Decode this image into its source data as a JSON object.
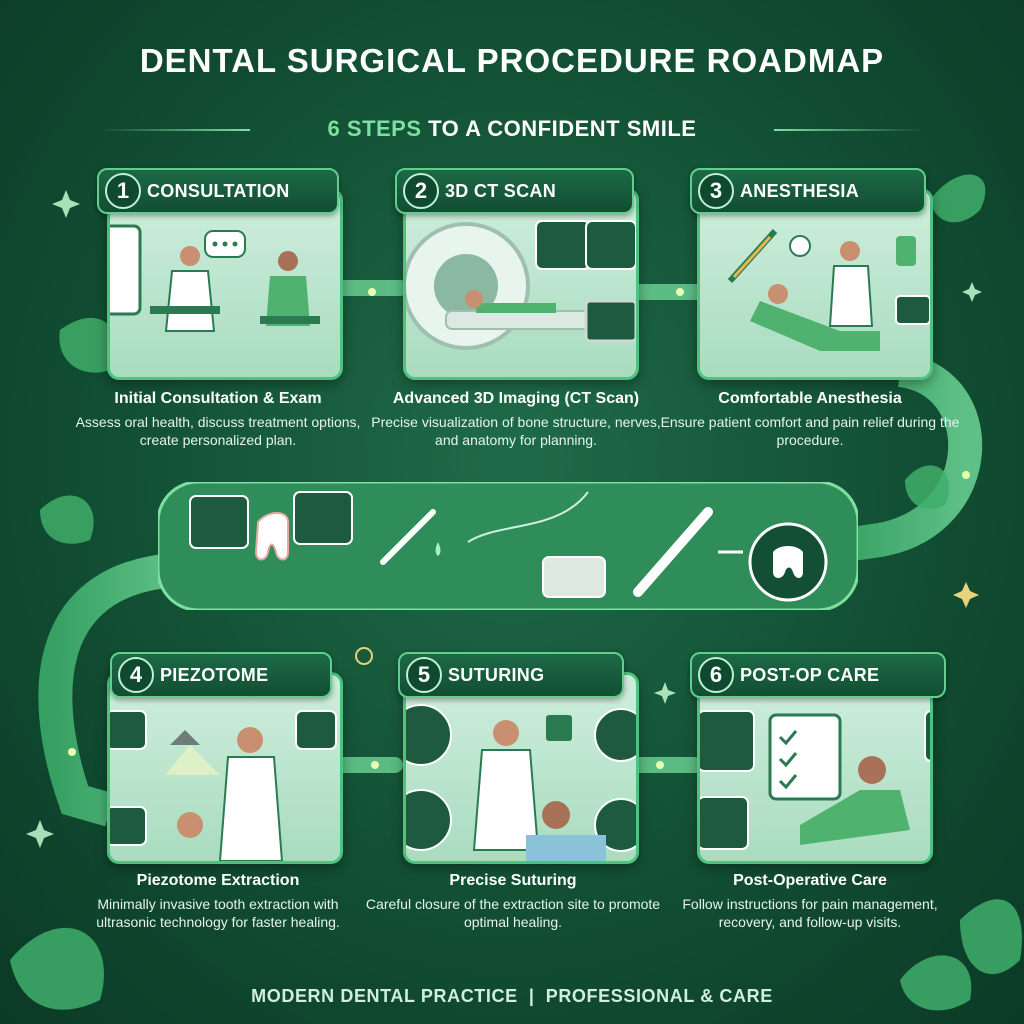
{
  "title": "DENTAL SURGICAL PROCEDURE ROADMAP",
  "subtitle": {
    "accent_part": "6 STEPS",
    "rest": " TO A CONFIDENT SMILE"
  },
  "steps": [
    {
      "number": "1",
      "header": "CONSULTATION",
      "title": "Initial Consultation & Exam",
      "description": "Assess oral health, discuss treatment options, create personalized plan."
    },
    {
      "number": "2",
      "header": "3D CT SCAN",
      "title": "Advanced 3D Imaging (CT Scan)",
      "description": "Precise visualization of bone structure, nerves, and anatomy for planning."
    },
    {
      "number": "3",
      "header": "ANESTHESIA",
      "title": "Comfortable Anesthesia",
      "description": "Ensure patient comfort and pain relief during the procedure."
    },
    {
      "number": "4",
      "header": "PIEZOTOME",
      "title": "Piezotome Extraction",
      "description": "Minimally invasive tooth extraction with ultrasonic technology for faster healing."
    },
    {
      "number": "5",
      "header": "SUTURING",
      "title": "Precise Suturing",
      "description": "Careful closure of the extraction site to promote optimal healing."
    },
    {
      "number": "6",
      "header": "POST-OP CARE",
      "title": "Post-Operative Care",
      "description": "Follow instructions for pain management, recovery, and follow-up visits."
    }
  ],
  "footer": "MODERN DENTAL PRACTICE  |  PROFESSIONAL & CARE",
  "colors": {
    "background": "#124f34",
    "accent": "#7ee0a0",
    "card_border": "#4fc27f",
    "path": "#5fcf8d"
  }
}
